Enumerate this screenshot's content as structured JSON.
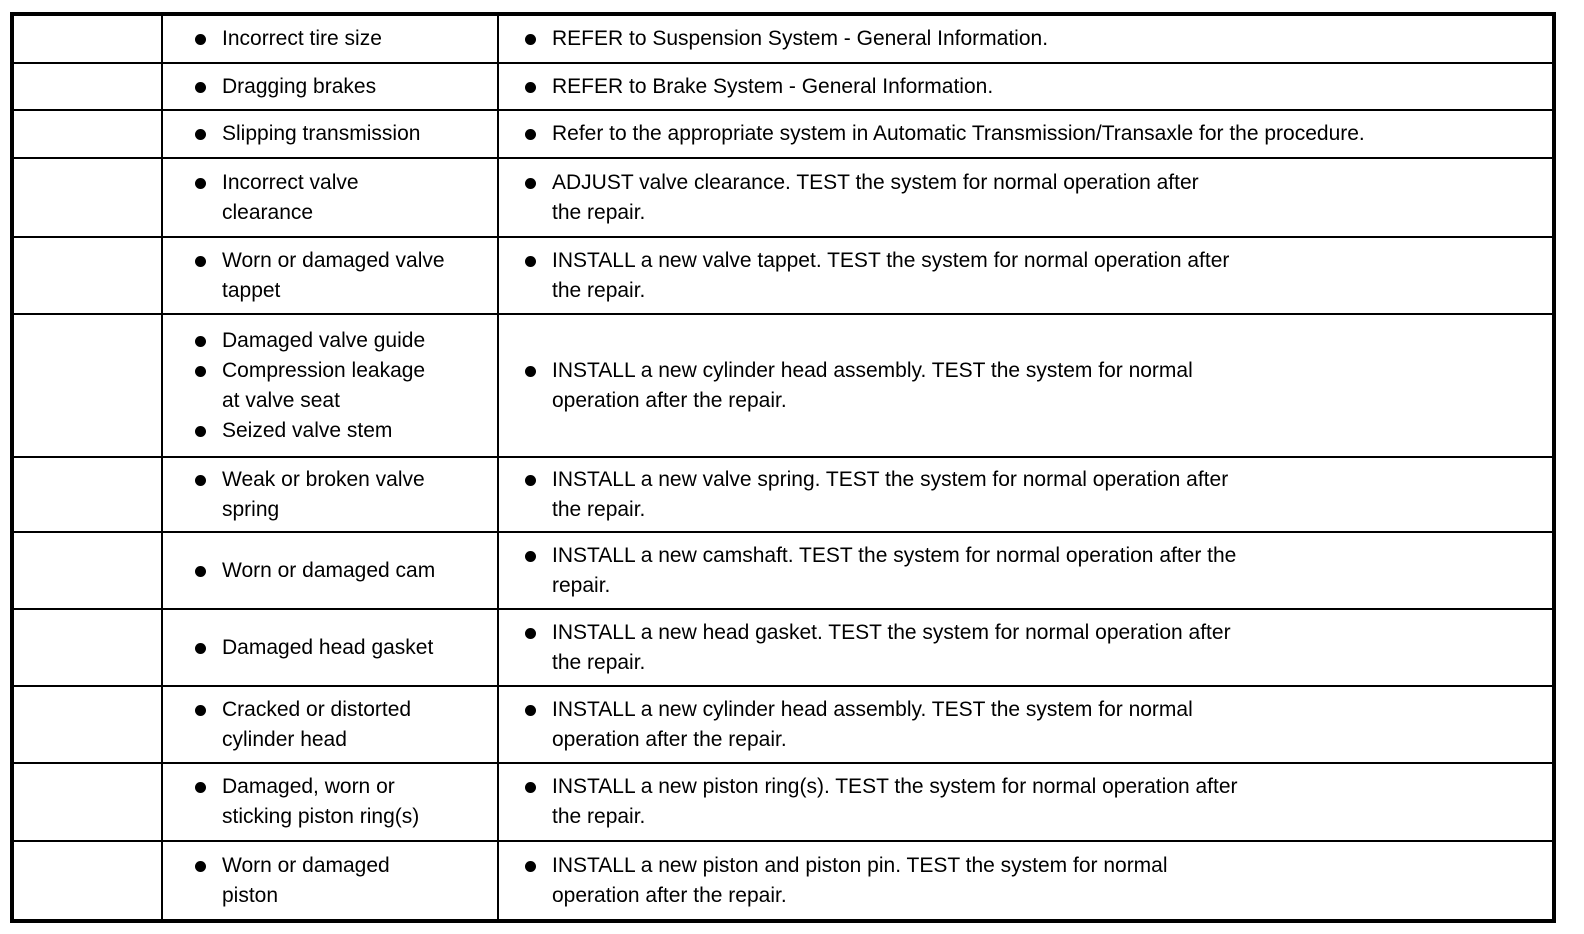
{
  "icons": {
    "bullet": "filled-circle"
  },
  "colors": {
    "border": "#000000",
    "text": "#000000",
    "background": "#ffffff"
  },
  "rows": [
    {
      "sources": [
        "Incorrect tire size"
      ],
      "actions": [
        "REFER to Suspension System - General Information."
      ]
    },
    {
      "sources": [
        "Dragging brakes"
      ],
      "actions": [
        "REFER to Brake System - General Information."
      ]
    },
    {
      "sources": [
        "Slipping transmission"
      ],
      "actions": [
        "Refer to the appropriate system in Automatic Transmission/Transaxle for the procedure."
      ]
    },
    {
      "sources": [
        "Incorrect valve\nclearance"
      ],
      "actions": [
        "ADJUST valve clearance. TEST the system for normal operation after\nthe repair."
      ]
    },
    {
      "sources": [
        "Worn or damaged valve\ntappet"
      ],
      "actions": [
        "INSTALL a new valve tappet. TEST the system for normal operation after\nthe repair."
      ]
    },
    {
      "sources": [
        "Damaged valve guide",
        "Compression leakage\nat valve seat",
        "Seized valve stem"
      ],
      "actions": [
        "INSTALL a new cylinder head assembly. TEST the system for normal\noperation after the repair."
      ]
    },
    {
      "sources": [
        "Weak or broken valve\nspring"
      ],
      "actions": [
        "INSTALL a new valve spring. TEST the system for normal operation after\nthe repair."
      ]
    },
    {
      "sources": [
        "Worn or damaged cam"
      ],
      "actions": [
        "INSTALL a new camshaft. TEST the system for normal operation after the\nrepair."
      ]
    },
    {
      "sources": [
        "Damaged head gasket"
      ],
      "actions": [
        "INSTALL a new head gasket. TEST the system for normal operation after\nthe repair."
      ]
    },
    {
      "sources": [
        "Cracked or distorted\ncylinder head"
      ],
      "actions": [
        "INSTALL a new cylinder head assembly. TEST the system for normal\noperation after the repair."
      ]
    },
    {
      "sources": [
        "Damaged, worn or\nsticking piston ring(s)"
      ],
      "actions": [
        "INSTALL a new piston ring(s). TEST the system for normal operation after\nthe repair."
      ]
    },
    {
      "sources": [
        "Worn or damaged\npiston"
      ],
      "actions": [
        "INSTALL a new piston and piston pin. TEST the system for normal\noperation after the repair."
      ]
    }
  ]
}
